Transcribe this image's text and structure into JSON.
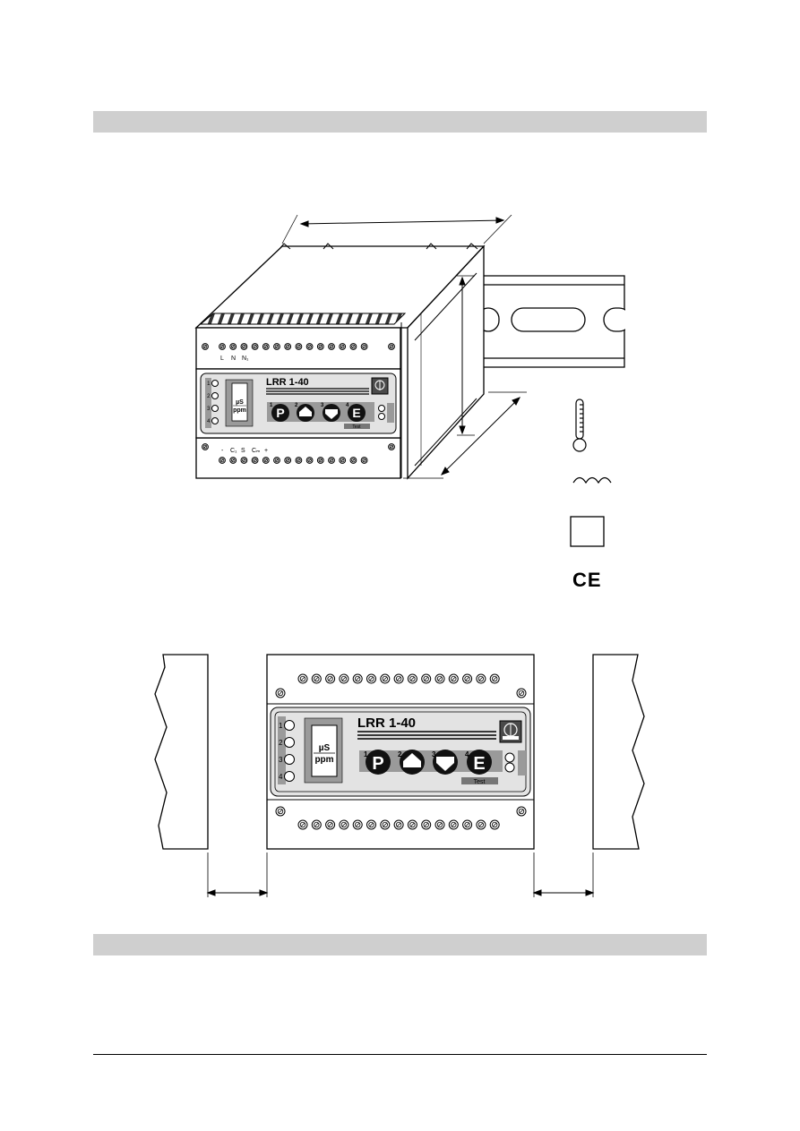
{
  "device": {
    "model": "LRR 1-40",
    "unit_top": "µS",
    "unit_bottom": "ppm",
    "led_numbers": [
      "1",
      "2",
      "3",
      "4"
    ],
    "button_p": "P",
    "button_e": "E",
    "button_numbers": [
      "1",
      "2",
      "3",
      "4"
    ],
    "test_label": "Test",
    "top_terminal_labels": [
      "L",
      "N",
      "N₁"
    ],
    "bottom_terminal_labels": [
      "-",
      "C₁",
      "S",
      "Cₘ",
      "+"
    ]
  },
  "symbols": {
    "ce_mark": "CE",
    "thermometer": "thermometer-icon",
    "humidity": "condensation-icon",
    "protection_box": "square-icon"
  },
  "colors": {
    "header_bar": "#cfcfcf",
    "panel_grey": "#9a9a9a",
    "face_light": "#e3e3e3"
  }
}
